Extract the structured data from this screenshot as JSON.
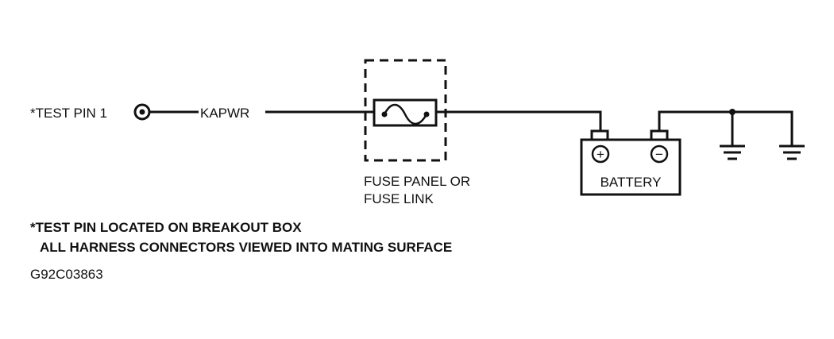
{
  "diagram": {
    "test_pin_label": "*TEST PIN 1",
    "wire_label": "KAPWR",
    "fuse_label_line1": "FUSE PANEL OR",
    "fuse_label_line2": "FUSE LINK",
    "battery_label": "BATTERY",
    "battery_positive": "+",
    "battery_negative": "−"
  },
  "notes": {
    "line1": "*TEST PIN LOCATED ON BREAKOUT BOX",
    "line2": "ALL HARNESS CONNECTORS VIEWED INTO MATING SURFACE"
  },
  "figure_id": "G92C03863"
}
